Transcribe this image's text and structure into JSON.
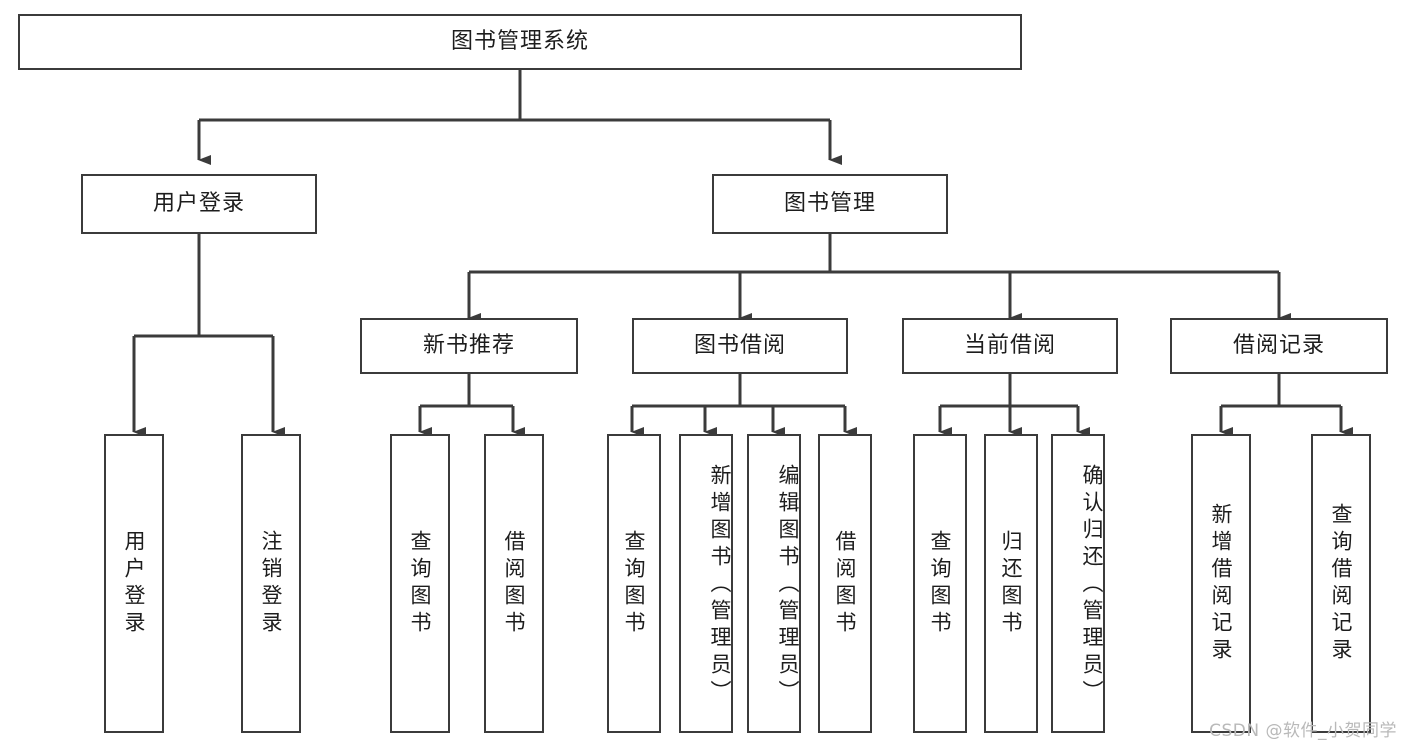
{
  "diagram": {
    "title": "图书管理系统",
    "type": "tree",
    "root": {
      "id": "root",
      "label": "图书管理系统",
      "orientation": "horizontal"
    },
    "level2": [
      {
        "id": "user-login",
        "label": "用户登录",
        "orientation": "horizontal"
      },
      {
        "id": "book-manage",
        "label": "图书管理",
        "orientation": "horizontal"
      }
    ],
    "level3": [
      {
        "id": "new-book-recommend",
        "label": "新书推荐",
        "parent": "book-manage",
        "orientation": "horizontal"
      },
      {
        "id": "book-borrow",
        "label": "图书借阅",
        "parent": "book-manage",
        "orientation": "horizontal"
      },
      {
        "id": "current-borrow",
        "label": "当前借阅",
        "parent": "book-manage",
        "orientation": "horizontal"
      },
      {
        "id": "borrow-record",
        "label": "借阅记录",
        "parent": "book-manage",
        "orientation": "horizontal"
      }
    ],
    "leaves": [
      {
        "id": "leaf-user-login",
        "label": "用户登录",
        "parent": "user-login"
      },
      {
        "id": "leaf-user-logout",
        "label": "注销登录",
        "parent": "user-login"
      },
      {
        "id": "leaf-query-book-1",
        "label": "查询图书",
        "parent": "new-book-recommend"
      },
      {
        "id": "leaf-borrow-book-1",
        "label": "借阅图书",
        "parent": "new-book-recommend"
      },
      {
        "id": "leaf-query-book-2",
        "label": "查询图书",
        "parent": "book-borrow"
      },
      {
        "id": "leaf-add-book",
        "label": "新增图书（管理员）",
        "parent": "book-borrow"
      },
      {
        "id": "leaf-edit-book",
        "label": "编辑图书（管理员）",
        "parent": "book-borrow"
      },
      {
        "id": "leaf-borrow-book-2",
        "label": "借阅图书",
        "parent": "book-borrow"
      },
      {
        "id": "leaf-query-book-3",
        "label": "查询图书",
        "parent": "current-borrow"
      },
      {
        "id": "leaf-return-book",
        "label": "归还图书",
        "parent": "current-borrow"
      },
      {
        "id": "leaf-confirm-return",
        "label": "确认归还（管理员）",
        "parent": "current-borrow"
      },
      {
        "id": "leaf-add-record",
        "label": "新增借阅记录",
        "parent": "borrow-record"
      },
      {
        "id": "leaf-query-record",
        "label": "查询借阅记录",
        "parent": "borrow-record"
      }
    ],
    "colors": {
      "border": "#3b3b3b",
      "background": "#ffffff",
      "text": "#1d1d1d",
      "connector": "#3b3b3b",
      "watermark": "#b9b9b9"
    }
  },
  "watermark": {
    "text": "CSDN @软件_小贺同学"
  }
}
